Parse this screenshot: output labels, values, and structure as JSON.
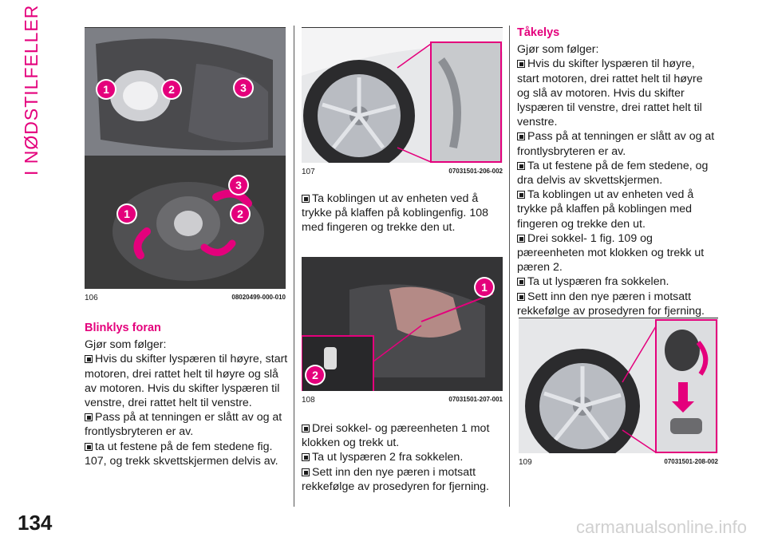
{
  "side_title": "I NØDSTILFELLER",
  "page_number": "134",
  "watermark": "carmanualsonline.info",
  "figures": {
    "fig106": {
      "number": "106",
      "code": "08020499-000-010",
      "callouts_top": [
        "1",
        "2",
        "3"
      ],
      "callouts_bottom": [
        "3",
        "1",
        "2"
      ]
    },
    "fig107": {
      "number": "107",
      "code": "07031501-206-002"
    },
    "fig108": {
      "number": "108",
      "code": "07031501-207-001",
      "callouts": [
        "1",
        "2"
      ]
    },
    "fig109": {
      "number": "109",
      "code": "07031501-208-002"
    }
  },
  "col1": {
    "heading": "Blinklys foran",
    "intro": "Gjør som følger:",
    "items": [
      "Hvis du skifter lyspæren til høyre, start motoren, drei rattet helt til høyre og slå av motoren. Hvis du skifter lyspæren til venstre, drei rattet helt til venstre.",
      "Pass på at tenningen er slått av og at frontlysbryteren er av.",
      "ta ut festene på de fem stedene fig. 107, og trekk skvettskjermen delvis av."
    ]
  },
  "col2": {
    "items_top": [
      "Ta koblingen ut av enheten ved å trykke på klaffen på koblingenfig. 108 med fingeren og trekke den ut."
    ],
    "items_bottom": [
      "Drei sokkel- og pæreenheten 1 mot klokken og trekk ut.",
      "Ta ut lyspæren 2 fra sokkelen.",
      "Sett inn den nye pæren i motsatt rekkefølge av prosedyren for fjerning."
    ]
  },
  "col3": {
    "heading": "Tåkelys",
    "intro": "Gjør som følger:",
    "items": [
      "Hvis du skifter lyspæren til høyre, start motoren, drei rattet helt til høyre og slå av motoren. Hvis du skifter lyspæren til venstre, drei rattet helt til venstre.",
      "Pass på at tenningen er slått av og at frontlysbryteren er av.",
      "Ta ut festene på de fem stedene, og dra delvis av skvettskjermen.",
      "Ta koblingen ut av enheten ved å trykke på klaffen på koblingen med fingeren og trekke den ut.",
      "Drei sokkel- 1 fig. 109 og pæreenheten mot klokken og trekk ut pæren 2.",
      "Ta ut lyspæren fra sokkelen.",
      "Sett inn den nye pæren i motsatt rekkefølge av prosedyren for fjerning."
    ]
  },
  "colors": {
    "accent": "#e4007c",
    "text": "#1a1a1a"
  }
}
